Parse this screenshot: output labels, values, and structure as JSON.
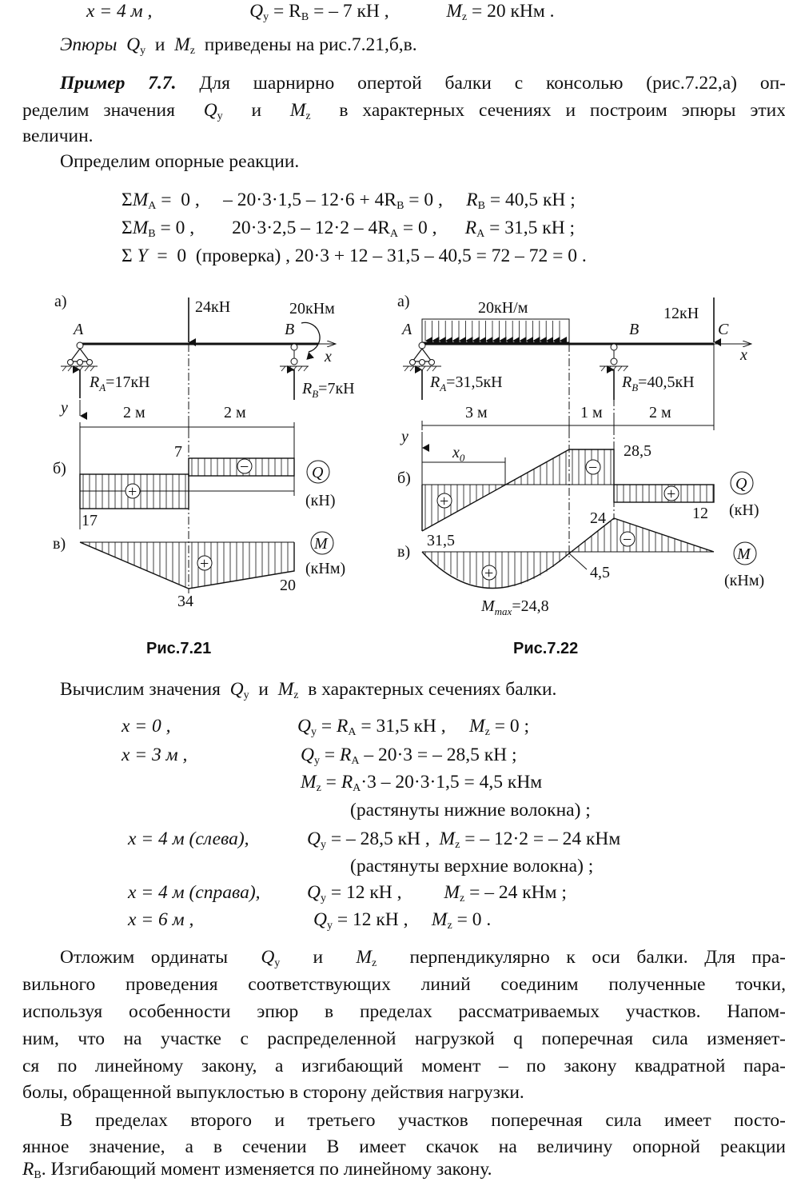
{
  "top": {
    "x": "x = 4 м ,",
    "q": "= R",
    "q2": " = – 7  кН ,",
    "m": " = 20 кНм ."
  },
  "epury_line": "приведены на рис.7.21,б,в.",
  "example": {
    "label": "Пример 7.7.",
    "text1": "Для шарнирно опертой балки с консолью (рис.7.22,а) оп-",
    "text2a": "ределим значения",
    "text2b": "в характерных сечениях и построим эпюры этих",
    "text3": "величин."
  },
  "reactions_intro": "Определим опорные реакции.",
  "equations": {
    "e1a": "– 20·3·1,5 – 12·6 + 4R",
    "e1b": "= 0 ,",
    "e1c": "= 40,5 кН ;",
    "e2a": "20·3·2,5 – 12·2 – 4R",
    "e2b": "= 0 ,",
    "e2c": "= 31,5 кН ;",
    "e3": "(проверка) ,  20·3 + 12 – 31,5 – 40,5  = 72 – 72 = 0 ."
  },
  "captions": {
    "fig21": "Рис.7.21",
    "fig22": "Рис.7.22"
  },
  "fig21": {
    "labels": {
      "a": "а)",
      "b": "б)",
      "c": "в)",
      "A": "A",
      "B": "B",
      "x": "x",
      "y": "y",
      "force": "24кН",
      "moment": "20кНм",
      "ra": "=17кН",
      "rb": "=7кН",
      "span1": "2 м",
      "span2": "2 м",
      "q_top": "7",
      "q_bot": "17",
      "m_mid": "34",
      "m_right": "20",
      "q_unit": "(кН)",
      "m_unit": "(кНм)",
      "plus": "+",
      "minus": "−",
      "Q": "Q",
      "M": "M"
    }
  },
  "fig22": {
    "labels": {
      "a": "а)",
      "b": "б)",
      "c": "в)",
      "A": "A",
      "B": "B",
      "C": "C",
      "x": "x",
      "y": "y",
      "load": "20кН/м",
      "force": "12кН",
      "ra": "=31,5кН",
      "rb": "=40,5кН",
      "span1": "3 м",
      "span2": "1 м",
      "span3": "2 м",
      "x0": "x",
      "q_left": "31,5",
      "q_top": "28,5",
      "q_right": "12",
      "m_top": "24",
      "m_mid": "4,5",
      "mmax": "=24,8",
      "q_unit": "(кН)",
      "m_unit": "(кНм)",
      "plus": "+",
      "minus": "−",
      "Q": "Q",
      "M": "M"
    }
  },
  "calc_intro_a": "Вычислим значения",
  "calc_intro_b": "в характерных сечениях балки.",
  "calc": {
    "r1x": "x = 0 ,",
    "r1q": "= 31,5 кН  ,",
    "r1m": " = 0 ;",
    "r2x": "x = 3 м ,",
    "r2q": " – 20·3 = – 28,5 кН ;",
    "r3m": "·3 – 20·3·1,5 = 4,5 кНм",
    "r4": "(растянуты нижние волокна) ;",
    "r5x": "x = 4 м (слева),",
    "r5q": " = – 28,5 кН ,",
    "r5m": " = – 12·2 = – 24 кНм",
    "r6": "(растянуты верхние волокна) ;",
    "r7x": "x = 4 м (справа),",
    "r7q": " = 12 кН ,",
    "r7m": " = – 24 кНм ;",
    "r8x": "x = 6 м ,",
    "r8q": " = 12  кН  ,",
    "r8m": " = 0 ."
  },
  "para1": {
    "l1a": "Отложим ординаты",
    "l1b": "перпендикулярно к оси балки. Для пра-",
    "l2": "вильного проведения соответствующих линий соединим полученные точки,",
    "l3": "используя особенности эпюр в пределах рассматриваемых участков. Напом-",
    "l4": "ним, что на участке с распределенной нагрузкой q поперечная сила изменяет-",
    "l5": "ся по линейному закону, а изгибающий момент – по закону квадратной пара-",
    "l6": "болы, обращенной выпуклостью в сторону действия нагрузки."
  },
  "para2": {
    "l1": "В пределах второго и третьего участков поперечная сила имеет посто-",
    "l2": "янное значение, а в сечении  B  имеет скачок на величину опорной реакции",
    "l3": ". Изгибающий момент изменяется по линейному закону."
  }
}
